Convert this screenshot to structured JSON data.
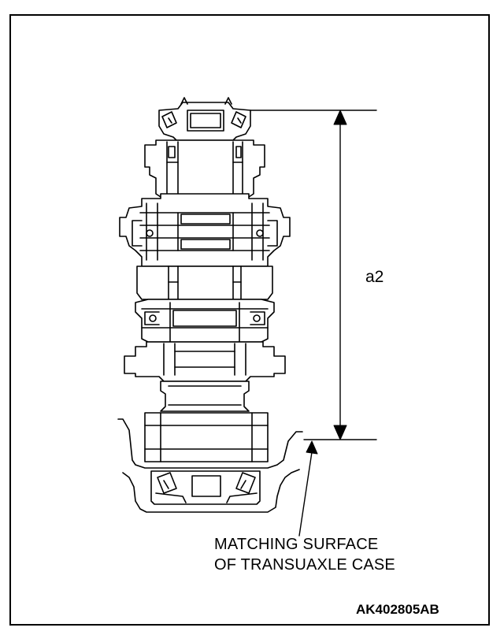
{
  "diagram": {
    "dimension_label": "a2",
    "callout_line1": "MATCHING SURFACE",
    "callout_line2": "OF TRANSUAXLE CASE",
    "figure_code": "AK402805AB"
  }
}
